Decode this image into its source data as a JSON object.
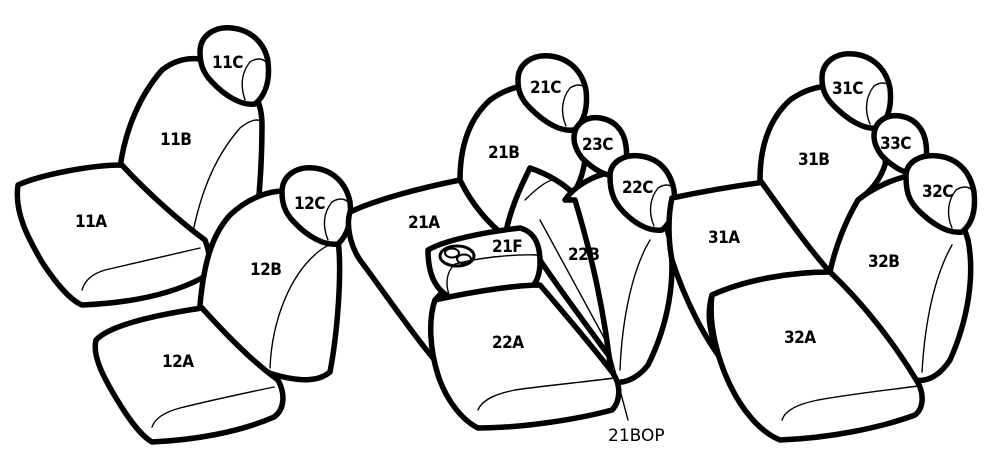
{
  "labels": {
    "l11A": "11A",
    "l11B": "11B",
    "l11C": "11C",
    "l12A": "12A",
    "l12B": "12B",
    "l12C": "12C",
    "l21A": "21A",
    "l21B": "21B",
    "l21C": "21C",
    "l21F": "21F",
    "l22A": "22A",
    "l22B": "22B",
    "l22C": "22C",
    "l23C": "23C",
    "l31A": "31A",
    "l31B": "31B",
    "l31C": "31C",
    "l32A": "32A",
    "l32B": "32B",
    "l32C": "32C",
    "l33C": "33C",
    "l21BOP": "21BOP"
  },
  "colors": {
    "stroke": "#000000",
    "fill": "#ffffff"
  }
}
